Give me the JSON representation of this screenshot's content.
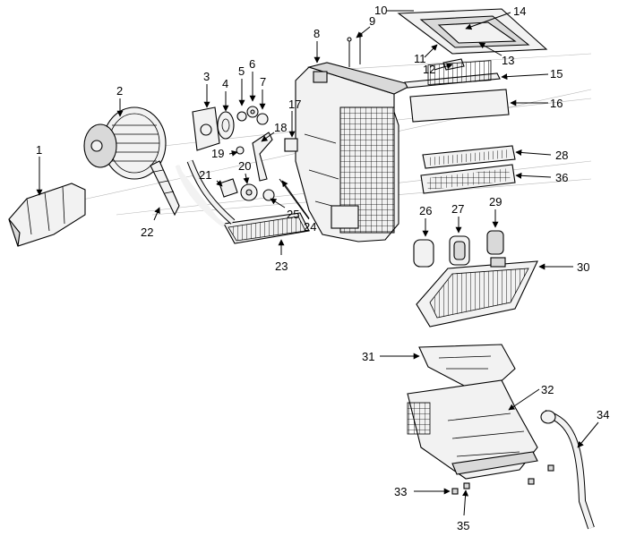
{
  "labels": {
    "l1": "1",
    "l2": "2",
    "l3": "3",
    "l4": "4",
    "l5": "5",
    "l6": "6",
    "l7": "7",
    "l8": "8",
    "l9": "9",
    "l10": "10",
    "l11": "11",
    "l12": "12",
    "l13": "13",
    "l14": "14",
    "l15": "15",
    "l16": "16",
    "l17": "17",
    "l18": "18",
    "l19": "19",
    "l20": "20",
    "l21": "21",
    "l22": "22",
    "l23": "23",
    "l24": "24",
    "l25": "25",
    "l26": "26",
    "l27": "27",
    "l28": "28",
    "l29": "29",
    "l30": "30",
    "l31": "31",
    "l32": "32",
    "l33": "33",
    "l34": "34",
    "l35": "35",
    "l36": "36"
  }
}
